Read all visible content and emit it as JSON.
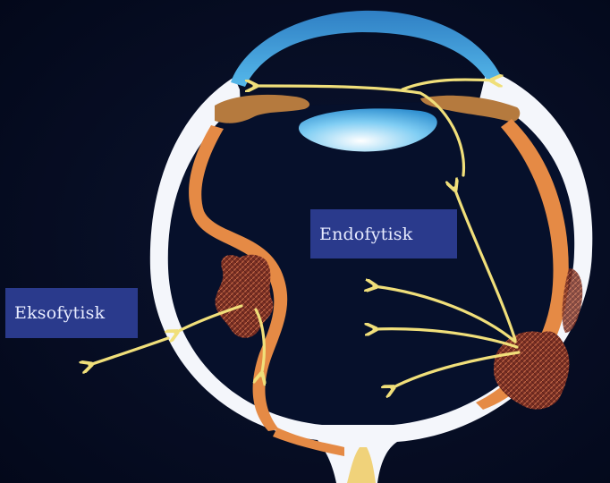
{
  "labels": {
    "endophytic": "Endofytisk",
    "exophytic": "Eksofytisk"
  },
  "colors": {
    "background": "#050a1e",
    "sclera": "#f4f6fb",
    "cornea": "#3aa0d8",
    "lens": "#4fb6ec",
    "retina": "#e58a45",
    "ciliary_body": "#b57a3e",
    "tumor": "#8a3a2a",
    "arrow": "#f0df7a",
    "label_box": "#2a3a8c",
    "optic_nerve": "#f0d27a"
  },
  "icons": {
    "arrows": "spread-arrows",
    "tumor_pattern": "crosshatch"
  }
}
